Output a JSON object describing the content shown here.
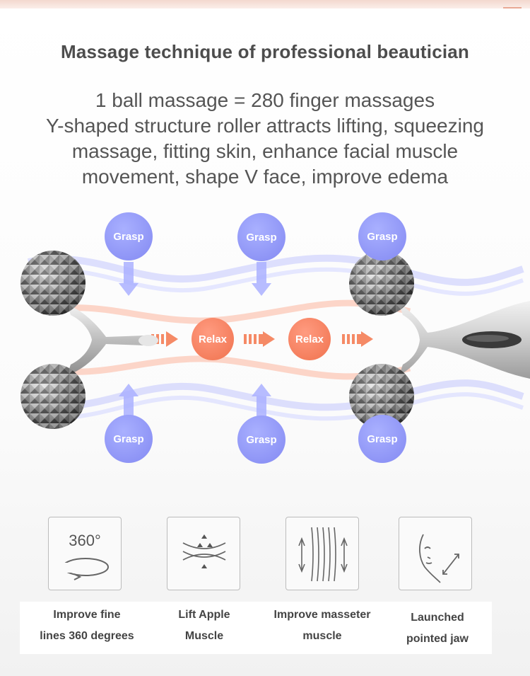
{
  "title": "Massage technique of professional beautician",
  "description": [
    "1 ball massage = 280 finger massages",
    "Y-shaped structure roller attracts lifting, squeezing",
    "massage, fitting skin, enhance facial muscle",
    "movement, shape V face, improve edema"
  ],
  "diagram": {
    "grasp_label": "Grasp",
    "relax_label": "Relax",
    "colors": {
      "grasp": "#8389f2",
      "relax": "#f0724e",
      "wave_blue": "#c9cdfd",
      "wave_orange": "#fbc2b0"
    }
  },
  "features": [
    {
      "icon": "rotate-360-icon",
      "icon_text": "360°",
      "label_line1": "Improve fine",
      "label_line2": "lines 360 degrees"
    },
    {
      "icon": "lift-apple-muscle-icon",
      "label_line1": "Lift Apple",
      "label_line2": "Muscle"
    },
    {
      "icon": "masseter-muscle-icon",
      "label_line1": "Improve masseter",
      "label_line2": "muscle"
    },
    {
      "icon": "pointed-jaw-icon",
      "label_line1": "Launched",
      "label_line2": "pointed jaw"
    }
  ]
}
